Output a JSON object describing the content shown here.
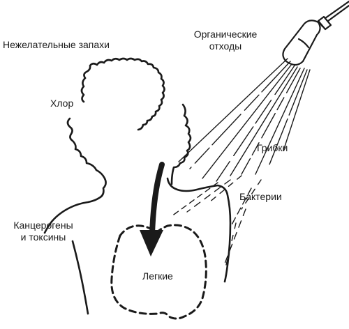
{
  "labels": {
    "unwanted_odors": "Нежелательные запахи",
    "organic_waste_line1": "Органические",
    "organic_waste_line2": "отходы",
    "chlorine": "Хлор",
    "fungi": "Грибки",
    "bacteria": "Бактерии",
    "carcinogens_line1": "Канцерогены",
    "carcinogens_line2": "и токсины",
    "lungs": "Легкие"
  },
  "colors": {
    "ink": "#1a1a1a",
    "background": "#ffffff"
  },
  "icons": {
    "shower_head": "shower-head-icon",
    "arrow": "down-arrow-icon"
  }
}
